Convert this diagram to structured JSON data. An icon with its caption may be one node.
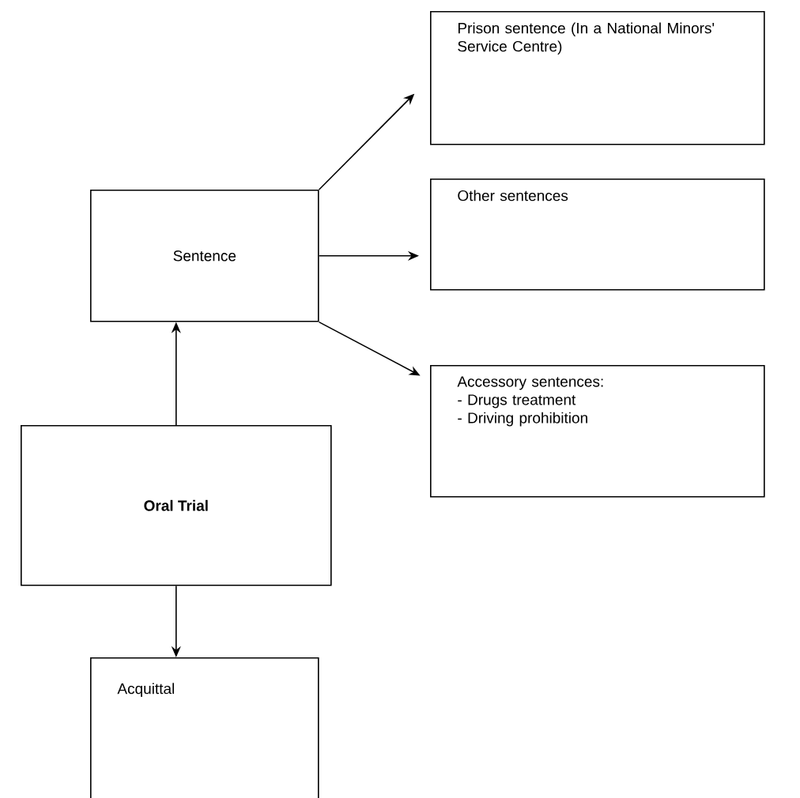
{
  "diagram": {
    "nodes": [
      {
        "text": [
          "Prison sentence (In a National Minors' Service Centre)"
        ]
      },
      {
        "text": [
          "Other sentences"
        ]
      },
      {
        "text": [
          "Sentence"
        ]
      },
      {
        "text": [
          "Accessory sentences:",
          "- Drugs treatment",
          "- Driving prohibition"
        ]
      },
      {
        "text": [
          "Oral Trial"
        ]
      },
      {
        "text": [
          "Acquittal"
        ]
      }
    ],
    "edges": [
      {
        "from": 4,
        "to": 2,
        "arrow": "to"
      },
      {
        "from": 4,
        "to": 5,
        "arrow": "to"
      },
      {
        "from": 2,
        "to": 0,
        "arrow": "to"
      },
      {
        "from": 2,
        "to": 1,
        "arrow": "to"
      },
      {
        "from": 2,
        "to": 3,
        "arrow": "to"
      }
    ]
  }
}
